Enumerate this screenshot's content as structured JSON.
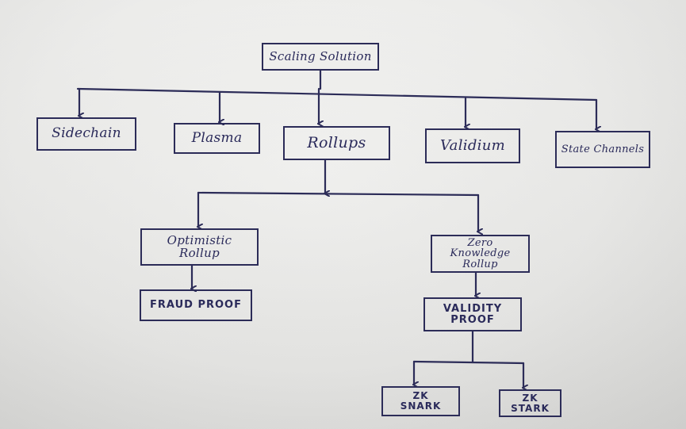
{
  "diagram": {
    "root": "Scaling Solution",
    "level1": {
      "sidechain": "Sidechain",
      "plasma": "Plasma",
      "rollups": "Rollups",
      "validium": "Validium",
      "state_channels": "State Channels"
    },
    "rollup_types": {
      "optimistic": "Optimistic Rollup",
      "zero_knowledge": "Zero Knowledge Rollup"
    },
    "proofs": {
      "fraud": "FRAUD PROOF",
      "validity": "VALIDITY PROOF"
    },
    "zk_variants": {
      "snark": "ZK SNARK",
      "stark": "ZK STARK"
    },
    "colors": {
      "ink": "#2c2c58",
      "paper": "#ececea"
    }
  }
}
